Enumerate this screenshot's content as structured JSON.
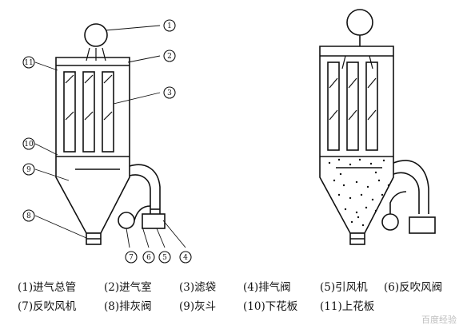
{
  "callouts": [
    "1",
    "2",
    "3",
    "4",
    "5",
    "6",
    "7",
    "8",
    "9",
    "10",
    "11"
  ],
  "legend": {
    "row1": [
      "(1)进气总管",
      "(2)进气室",
      "(3)滤袋",
      "(4)排气阀",
      "(5)引风机",
      "(6)反吹风阀"
    ],
    "row2": [
      "(7)反吹风机",
      "(8)排灰阀",
      "(9)灰斗",
      "(10)下花板",
      "(11)上花板"
    ]
  },
  "watermark": "百度经验"
}
